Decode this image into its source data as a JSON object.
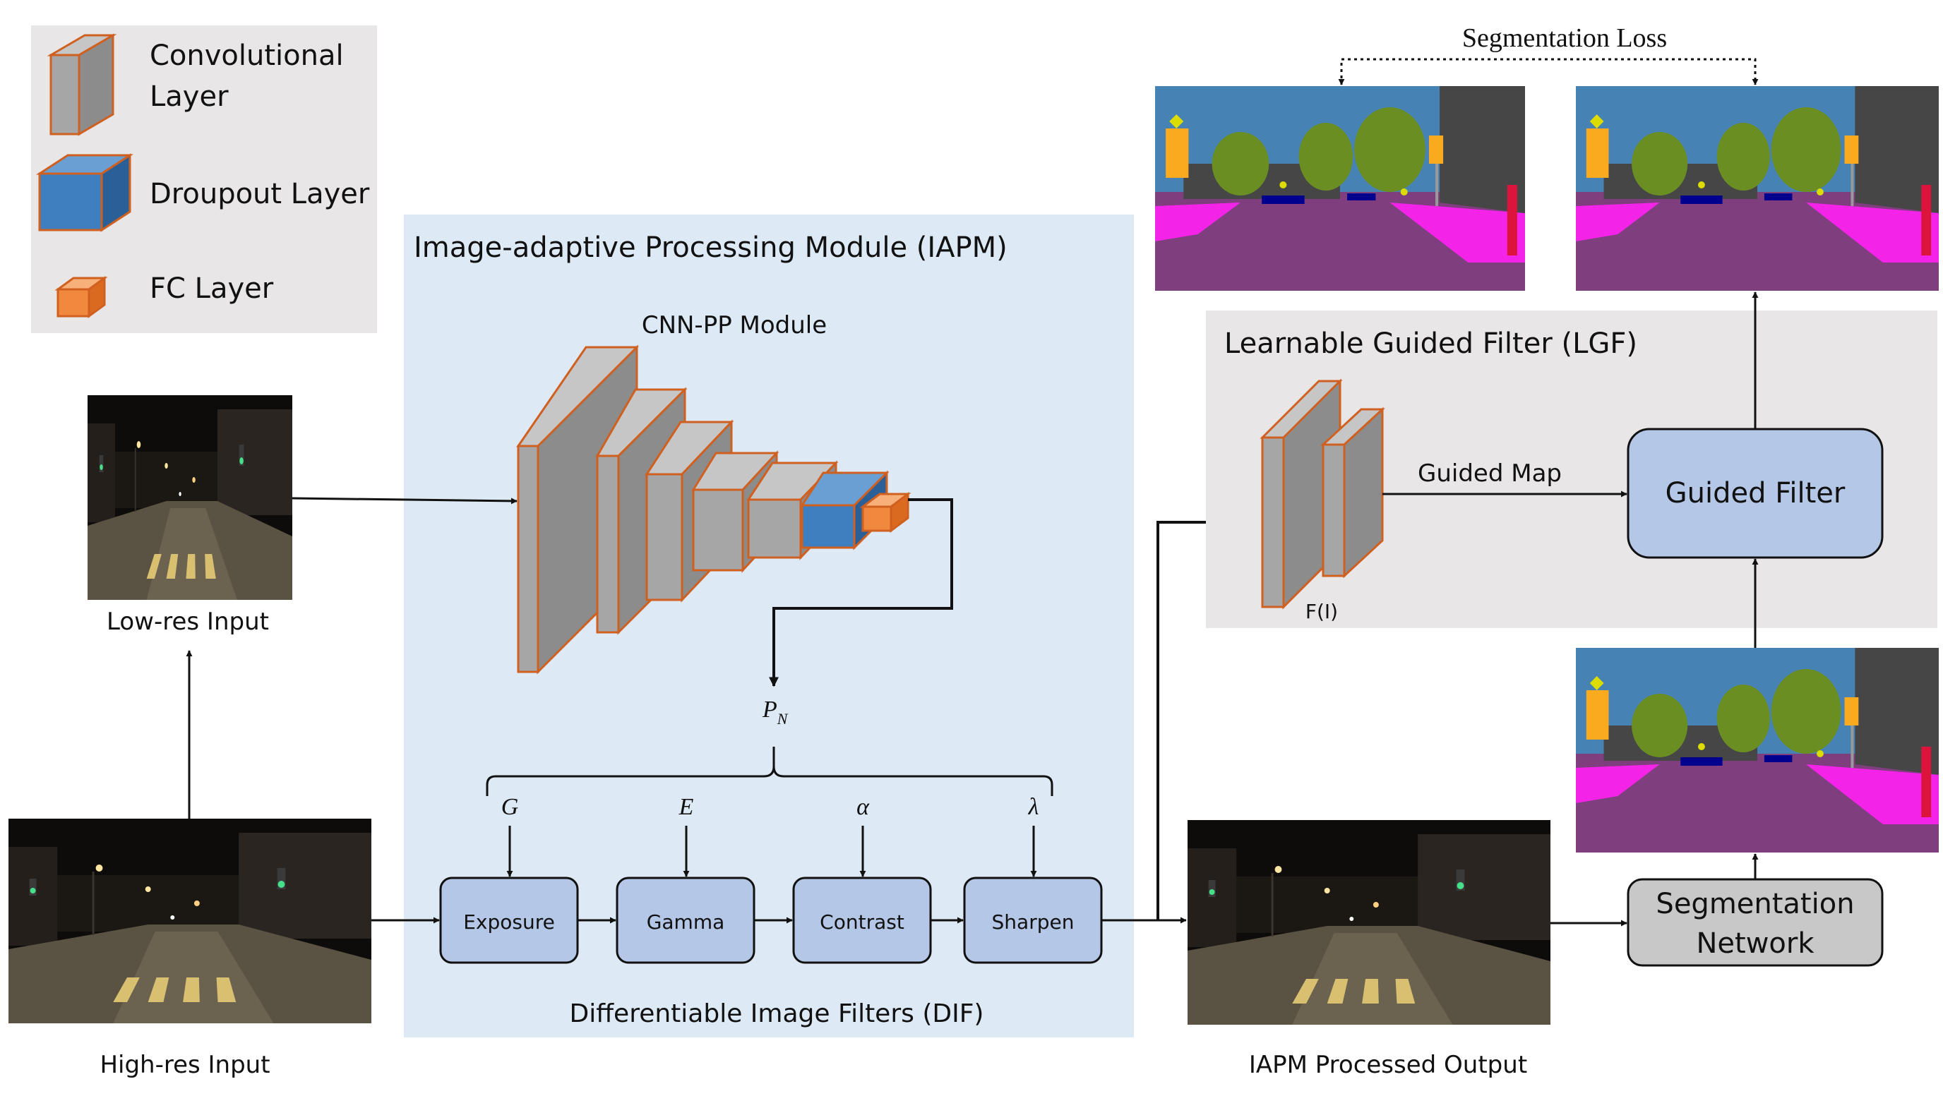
{
  "legend": {
    "conv_label_line1": "Convolutional",
    "conv_label_line2": "Layer",
    "dropout_label": "Droupout Layer",
    "fc_label": "FC Layer"
  },
  "iapm": {
    "title": "Image-adaptive Processing Module (IAPM)",
    "cnn_title": "CNN-PP Module",
    "param_symbol": "P",
    "param_subscript": "N",
    "params": [
      "G",
      "E",
      "α",
      "λ"
    ],
    "filters": [
      "Exposure",
      "Gamma",
      "Contrast",
      "Sharpen"
    ],
    "dif_title": "Differentiable Image Filters (DIF)"
  },
  "inputs": {
    "low_res": "Low-res Input",
    "high_res": "High-res Input",
    "processed": "IAPM Processed Output"
  },
  "lgf": {
    "title": "Learnable Guided Filter (LGF)",
    "guided_map": "Guided Map",
    "guided_filter": "Guided Filter",
    "fi_label": "F(I)"
  },
  "segmentation": {
    "network_line1": "Segmentation",
    "network_line2": "Network",
    "loss": "Segmentation Loss"
  },
  "colors": {
    "iapm_bg": "#dde9f4",
    "lgf_bg": "#e8e6e6",
    "legend_bg": "#e8e6e6",
    "filter_box": "#b4c7e7",
    "seg_box": "#c8c8c8",
    "conv_face": "#a6a6a6",
    "conv_edge": "#d06020",
    "dropout_face": "#3f7fbf",
    "fc_face": "#f0883e"
  }
}
